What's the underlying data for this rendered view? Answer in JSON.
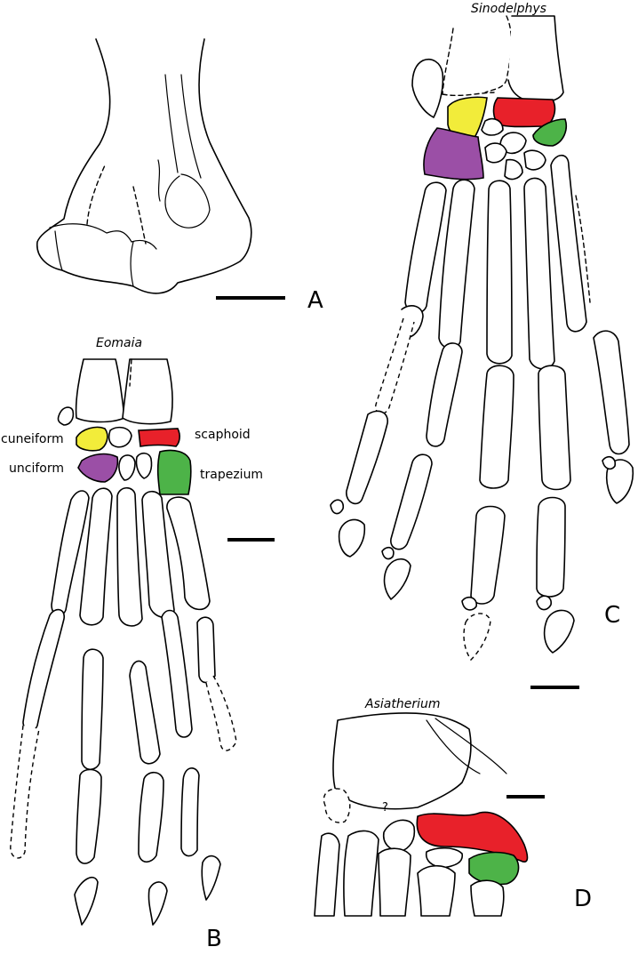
{
  "panels": {
    "a": {
      "letter": "A"
    },
    "b": {
      "letter": "B",
      "taxon": "Eomaia"
    },
    "c": {
      "letter": "C",
      "taxon": "Sinodelphys"
    },
    "d": {
      "letter": "D",
      "taxon": "Asiatherium",
      "unknown_mark": "?"
    }
  },
  "bone_labels": {
    "cuneiform": "cuneiform",
    "unciform": "unciform",
    "scaphoid": "scaphoid",
    "trapezium": "trapezium"
  },
  "colors": {
    "cuneiform": "#f2ec3a",
    "unciform": "#9b4fa6",
    "scaphoid": "#e8212a",
    "trapezium": "#4db348"
  }
}
